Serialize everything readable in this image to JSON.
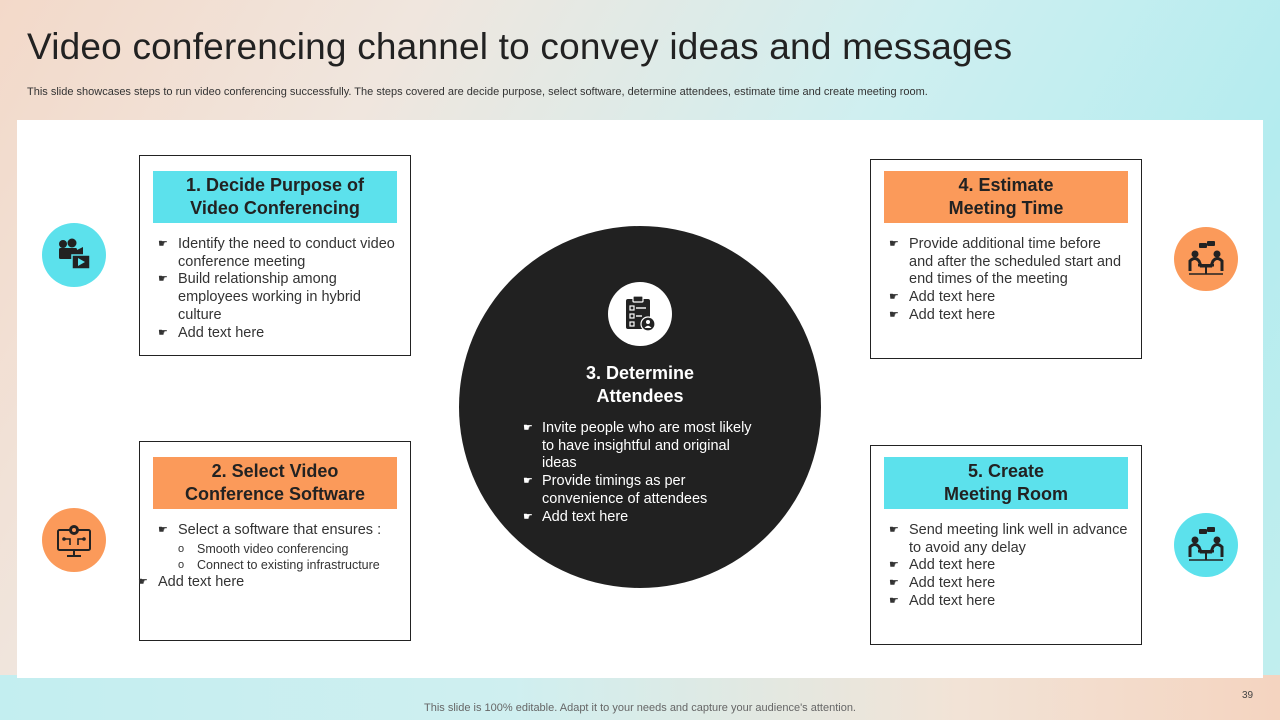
{
  "title": "Video conferencing channel to convey ideas and messages",
  "subtitle": "This slide showcases steps to run video conferencing successfully. The steps covered are decide purpose, select software, determine attendees, estimate time and create meeting room.",
  "bullet_glyph": "☛",
  "sub_glyph": "o",
  "colors": {
    "cyan": "#5ce1ec",
    "orange": "#fb9a5a",
    "dark": "#212121"
  },
  "steps": [
    {
      "heading": [
        "1. Decide Purpose of",
        "Video Conferencing"
      ],
      "bullets": [
        "Identify the need to conduct video conference meeting",
        "Build relationship among employees working in hybrid culture",
        "Add text here"
      ],
      "icon": "video-camera-icon"
    },
    {
      "heading": [
        "2. Select Video",
        "Conference Software"
      ],
      "bullets": [
        "Select a software that ensures :",
        "Add text here"
      ],
      "sub_bullets": [
        "Smooth video  conferencing",
        "Connect to existing infrastructure"
      ],
      "icon": "software-monitor-icon"
    },
    {
      "heading": [
        "3. Determine",
        "Attendees"
      ],
      "bullets": [
        "Invite people who are most likely to have insightful and original ideas",
        "Provide timings as per convenience of attendees",
        "Add text here"
      ],
      "icon": "attendee-checklist-icon"
    },
    {
      "heading": [
        "4. Estimate",
        "Meeting Time"
      ],
      "bullets": [
        "Provide additional time before and after the scheduled start and end times of the meeting",
        "Add text here",
        "Add text here"
      ],
      "icon": "meeting-people-icon"
    },
    {
      "heading": [
        "5. Create",
        "Meeting Room"
      ],
      "bullets": [
        "Send meeting link well in advance to avoid any delay",
        "Add text here",
        "Add text here",
        "Add text here"
      ],
      "icon": "meeting-room-icon"
    }
  ],
  "footer": "This slide is 100% editable. Adapt it to your needs and capture your audience's attention.",
  "page_number": "39"
}
